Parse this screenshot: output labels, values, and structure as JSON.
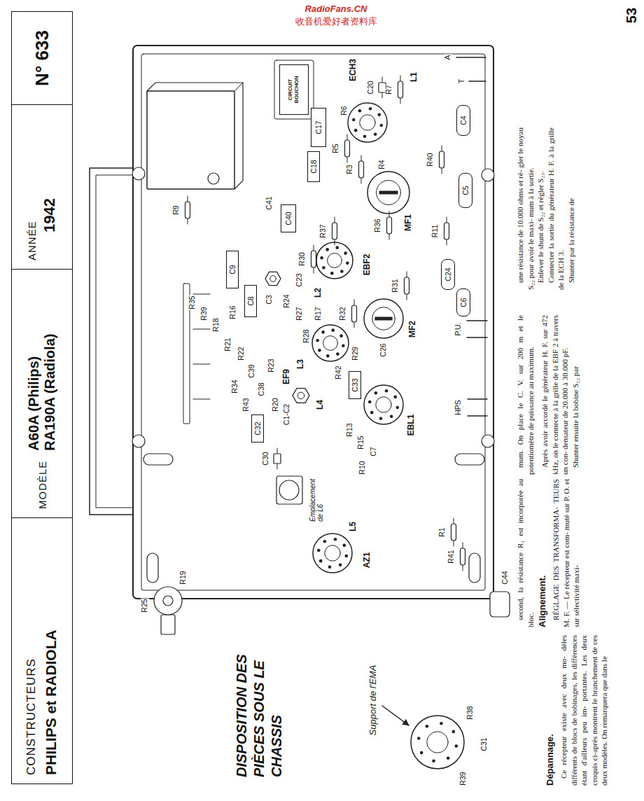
{
  "diagram": {
    "nodes": [
      {
        "text": [
          "CONSTRUCTEURS",
          "PHILIPS et RADIOLA"
        ]
      },
      {
        "text": [
          "MODÈLE",
          "A60A (Philips)",
          "RA190A (Radiola)"
        ]
      },
      {
        "text": [
          "ANNÉE",
          "1942"
        ]
      },
      {
        "text": [
          "N° 633"
        ]
      },
      {
        "text": [
          "CIRCUIT BOUCHON"
        ]
      },
      {
        "text": [
          "C17"
        ]
      },
      {
        "text": [
          "C18"
        ]
      },
      {
        "text": [
          "C4"
        ]
      },
      {
        "text": [
          "C40"
        ]
      },
      {
        "text": [
          "C5"
        ]
      },
      {
        "text": [
          "C9"
        ]
      },
      {
        "text": [
          "C8"
        ]
      },
      {
        "text": [
          "C24"
        ]
      },
      {
        "text": [
          "C6"
        ]
      },
      {
        "text": [
          "C33"
        ]
      },
      {
        "text": [
          "C32"
        ]
      }
    ],
    "labels": [
      "RadioFans.CN",
      "收音机爱好者资料库",
      "53",
      "DISPOSITION DES PIÈCES SOUS LE CHASSIS",
      "Support de l'EMA",
      "R38",
      "C31",
      "R39",
      "R25",
      "R19",
      "Emplacement de L6",
      "AZ1",
      "L5",
      "R1",
      "R41",
      "C44",
      "ECH3",
      "C20",
      "R7",
      "L1",
      "A",
      "T",
      "R6",
      "R5",
      "R3",
      "R4",
      "R40",
      "R9",
      "C41",
      "R37",
      "R30",
      "R36",
      "MF1",
      "EBF2",
      "R11",
      "P.U.",
      "R31",
      "MF2",
      "L2",
      "C3",
      "R35",
      "R39",
      "R18",
      "R16",
      "R21",
      "R22",
      "C39",
      "R34",
      "C38",
      "R43",
      "R23",
      "R20",
      "C30",
      "R24",
      "C23",
      "R27",
      "R17",
      "R32",
      "R28",
      "R29",
      "R42",
      "C26",
      "L3",
      "EF9",
      "C1-C2",
      "L4",
      "EBL1",
      "R13",
      "R15",
      "C7",
      "R10",
      "HPS",
      "Dépannage.",
      "Ce récepteur existe avec deux mo- dèles différents de blocs de bobinages, les différences étant d'ailleurs peu im- portantes. Les deux croquis ci-après montrent le branchement de ces deux modèles. On remarquera que dans le",
      "second, la résistance R₁ est incorporée au bloc.",
      "Alignement.",
      "RÉGLAGE DES TRANSFORMA- TEURS M. F. — Le récepteur est com- muté sur P. O. et sur sélectivité maxi-",
      "mum. On place le C. V. sur 200 m et le potentiomètre de puissance au maximum.",
      "Après avoir accordé le générateur H. F. sur 472 kHz, on le connecte à la grille de la EBF 2 à travers un con- densateur de 20.000 à 30.000 pF.",
      "Shunter ensuite la bobine S₂₂ par",
      "une résistance de 10.000 ohms et ré- gler le noyau S₂₂ pour avoir le maxi- mum à la sortie.",
      "Enlever le shunt de S₂₂ et régler S₂₃.",
      "Connecter la sortie du générateur H. F. à la grille de la ECH 3.",
      "Shunter par la résistance de"
    ]
  }
}
